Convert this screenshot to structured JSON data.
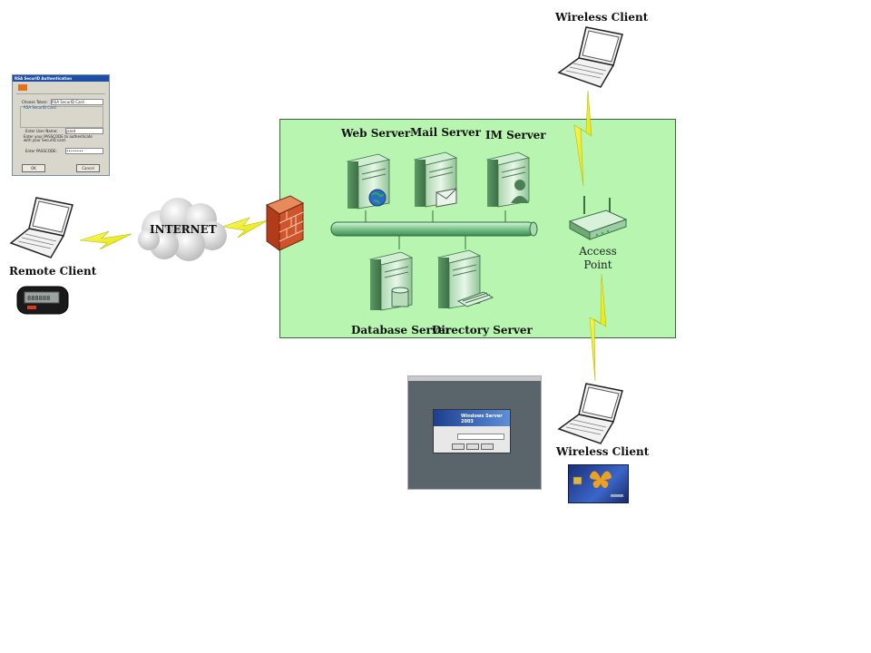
{
  "labels": {
    "web_server": "Web Server",
    "mail_server": "Mail Server",
    "im_server": "IM Server",
    "database_server": "Database Server",
    "directory_server": "Directory Server",
    "internet": "INTERNET",
    "remote_client": "Remote Client",
    "wireless_client_top": "Wireless Client",
    "wireless_client_bottom": "Wireless Client",
    "access_point_line1": "Access",
    "access_point_line2": "Point"
  },
  "rsa_dialog": {
    "title": "RSA SecurID Authentication",
    "choose_token": "Choose Token:",
    "token_value": "RSA SecurID Card",
    "group_title": "RSA SecurID Card",
    "user_name": "Enter User Name:",
    "user_value": "jared",
    "instructions": "Enter your PASSCODE to authenticate with your SecurID card.",
    "passcode": "Enter PASSCODE:",
    "passcode_value": "••••••••",
    "ok": "OK",
    "cancel": "Cancel"
  },
  "windows_login": {
    "product": "Windows Server 2003"
  },
  "colors": {
    "zone_fill": "#b7f5b0",
    "bolt": "#f2f200",
    "firewall": "#d2522a"
  },
  "icons": [
    "laptop-icon",
    "cloud-icon",
    "firewall-icon",
    "server-icon",
    "wireless-router-icon",
    "lightning-bolt-icon",
    "security-token-icon",
    "smart-card-icon"
  ]
}
